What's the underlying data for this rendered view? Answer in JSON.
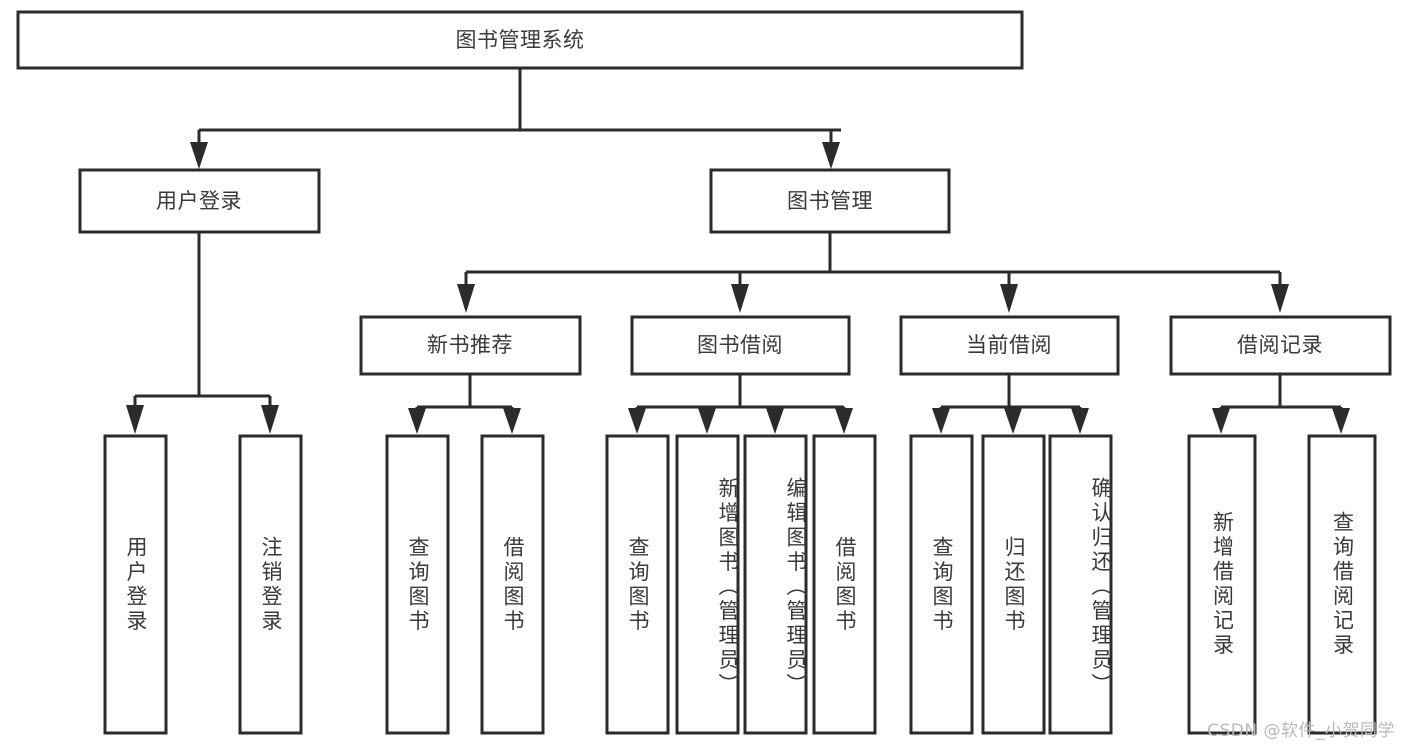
{
  "diagram": {
    "title_node": {
      "label": "图书管理系统"
    },
    "level2": [
      {
        "label": "用户登录"
      },
      {
        "label": "图书管理"
      }
    ],
    "level3": [
      {
        "label": "新书推荐"
      },
      {
        "label": "图书借阅"
      },
      {
        "label": "当前借阅"
      },
      {
        "label": "借阅记录"
      }
    ],
    "leaves": [
      {
        "label": "用户登录"
      },
      {
        "label": "注销登录"
      },
      {
        "label": "查询图书"
      },
      {
        "label": "借阅图书"
      },
      {
        "label": "查询图书"
      },
      {
        "label": "新增图书（管理员）"
      },
      {
        "label": "编辑图书（管理员）"
      },
      {
        "label": "借阅图书"
      },
      {
        "label": "查询图书"
      },
      {
        "label": "归还图书"
      },
      {
        "label": "确认归还（管理员）"
      },
      {
        "label": "新增借阅记录"
      },
      {
        "label": "查询借阅记录"
      }
    ],
    "colors": {
      "stroke": "#2b2b2b",
      "text": "#3a3a3a",
      "background": "#ffffff",
      "watermark": "#b9b9b9"
    }
  },
  "watermark": {
    "text": "CSDN @软件_小贺同学"
  }
}
